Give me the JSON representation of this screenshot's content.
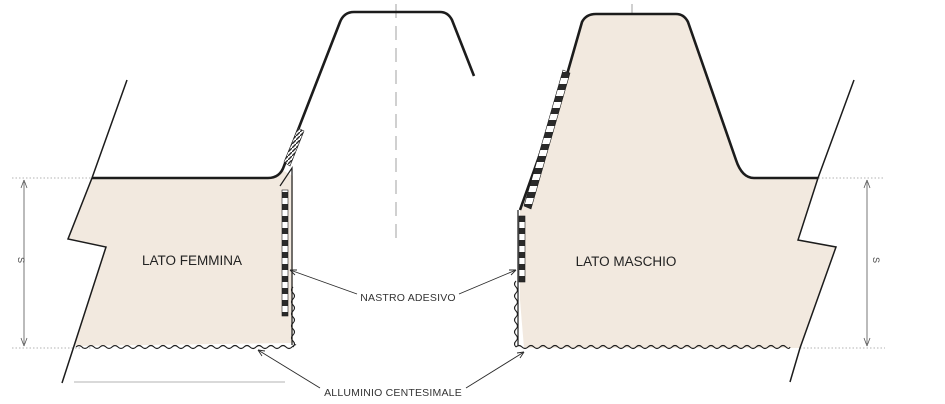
{
  "labels": {
    "lato_femmina": "LATO FEMMINA",
    "lato_maschio": "LATO MASCHIO",
    "nastro_adesivo": "NASTRO ADESIVO",
    "alluminio_centesimale": "ALLUMINIO CENTESIMALE",
    "dimension_left": "S",
    "dimension_right": "S"
  },
  "colors": {
    "panel_fill": "#f2e9df",
    "outline": "#1c1c1c",
    "guide": "#9a9a9a"
  }
}
